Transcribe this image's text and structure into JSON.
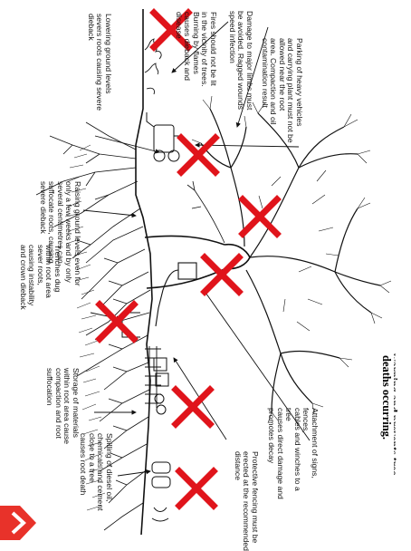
{
  "heading": {
    "partial_line": "warning and prevents tree",
    "line": "deaths occurring."
  },
  "labels": {
    "limbs": "Damage to major limbs must\nbe avoided. Ragged wounds\nspeed infection",
    "vehicles": "Parking of heavy vehicles\nand carrying plant must not be\nallowed near the root\narea. Compaction and oil\ncontamination result",
    "fires": "Fires should not be lit\nin the vicinity of trees.\nBurning by flames\ncauses dieback and\ndisease",
    "lowering": "Lowering ground levels\nsevers roots causing severe\ndieback",
    "raising": "Raising ground levels even for\nonly a few weeks and by only\nseveral centimetres can\nsuffocate roots, causing\nsevere dieback",
    "trenches": "Trenches dug\nwithin root area\nsever roots,\ncausing instability\nand crown dieback",
    "storage": "Storage of materials\nwithin root area cause\ncompaction and root\nsuffocation",
    "spilling": "Spilling of diesel oil,\nchemicals and cement\nclose to a tree\ncauses root death",
    "fencing": "Protective fencing must be\nerected at the recommended\ndistance",
    "attachment": "Attachment of signs, fences,\ncables and winches to a tree\ncauses direct damage and\npromotes decay"
  },
  "colors": {
    "cross": "#e0141b",
    "ink": "#111111",
    "arrow": "#e8322a"
  },
  "icons": [
    "cross-mark-icon",
    "next-arrow-icon"
  ]
}
